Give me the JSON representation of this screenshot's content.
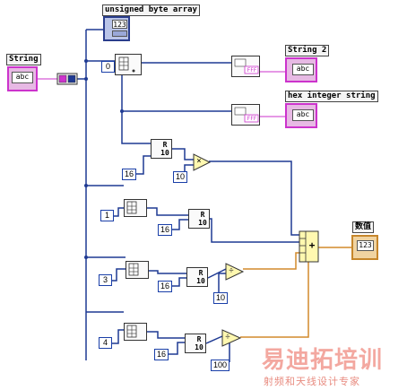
{
  "labels": {
    "string_ctrl": "String",
    "byte_array": "unsigned byte array",
    "string2": "String 2",
    "hex_string": "hex integer string",
    "numeric": "数值"
  },
  "indicators": {
    "string_value": "abc",
    "array_value": "123",
    "string2_value": "abc",
    "hex_value": "abc",
    "numeric_value": "123"
  },
  "constants": {
    "idx0": "0",
    "idx1": "1",
    "idx3": "3",
    "idx4": "4",
    "radix_a": "16",
    "radix_b": "16",
    "radix_c": "16",
    "radix_d": "16",
    "mult_a": "10",
    "div_b": "10",
    "div_c": "100"
  },
  "functions": {
    "dec_symbol": "R",
    "dec_base": "10",
    "hex_fmt": "FFF"
  },
  "operators": {
    "multiply": "×",
    "divide": "÷",
    "compound_add": "+"
  },
  "watermark": {
    "title": "易迪拓培训",
    "subtitle": "射频和天线设计专家"
  },
  "colors": {
    "number_wire": "#1f3a93",
    "string_wire": "#cc33cc",
    "double_wire": "#d28a2c"
  }
}
